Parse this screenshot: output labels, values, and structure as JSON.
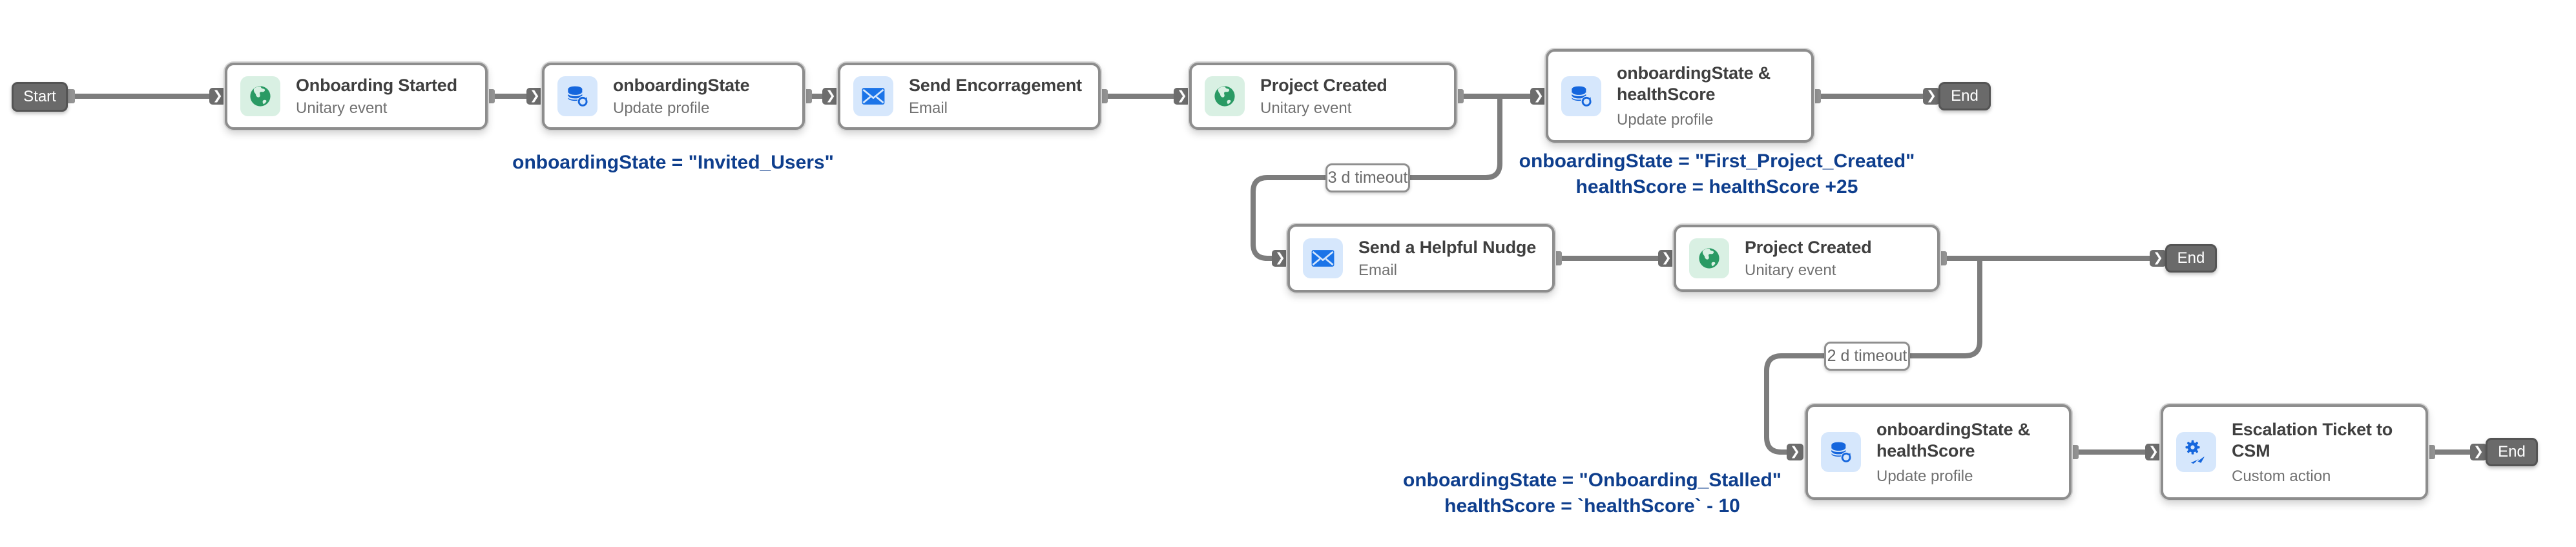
{
  "canvas": {
    "background_color": "#ffffff",
    "connector_color": "#7d7d7d",
    "annotation_color": "#0e3e8d",
    "event_icon_color": "#2a9a64",
    "action_icon_color": "#1566dd"
  },
  "start": {
    "label": "Start"
  },
  "ends": {
    "end1": "End",
    "end2": "End",
    "end3": "End"
  },
  "nodes": [
    {
      "id": "onboarding-started",
      "title": "Onboarding Started",
      "subtitle": "Unitary event",
      "icon": "globe-event-icon"
    },
    {
      "id": "onboardingstate",
      "title": "onboardingState",
      "subtitle": "Update profile",
      "icon": "database-sync-icon"
    },
    {
      "id": "send-encorragement",
      "title": "Send Encorragement",
      "subtitle": "Email",
      "icon": "envelope-icon"
    },
    {
      "id": "project-created-1",
      "title": "Project Created",
      "subtitle": "Unitary event",
      "icon": "globe-event-icon"
    },
    {
      "id": "onboardingstate-healthscore-1",
      "title": "onboardingState & healthScore",
      "subtitle": "Update profile",
      "icon": "database-sync-icon"
    },
    {
      "id": "send-a-helpful-nudge",
      "title": "Send a Helpful Nudge",
      "subtitle": "Email",
      "icon": "envelope-icon"
    },
    {
      "id": "project-created-2",
      "title": "Project Created",
      "subtitle": "Unitary event",
      "icon": "globe-event-icon"
    },
    {
      "id": "onboardingstate-healthscore-2",
      "title": "onboardingState & healthScore",
      "subtitle": "Update profile",
      "icon": "database-sync-icon"
    },
    {
      "id": "escalation-ticket-to-csm",
      "title": "Escalation Ticket to CSM",
      "subtitle": "Custom action",
      "icon": "gear-plane-icon"
    }
  ],
  "timeouts": [
    {
      "label": "3 d timeout"
    },
    {
      "label": "2 d timeout"
    }
  ],
  "annotations": [
    {
      "lines": [
        "onboardingState = \"Invited_Users\""
      ]
    },
    {
      "lines": [
        "onboardingState = \"First_Project_Created\"",
        "healthScore = healthScore +25"
      ]
    },
    {
      "lines": [
        "onboardingState = \"Onboarding_Stalled\"",
        "healthScore = `healthScore` - 10"
      ]
    }
  ]
}
